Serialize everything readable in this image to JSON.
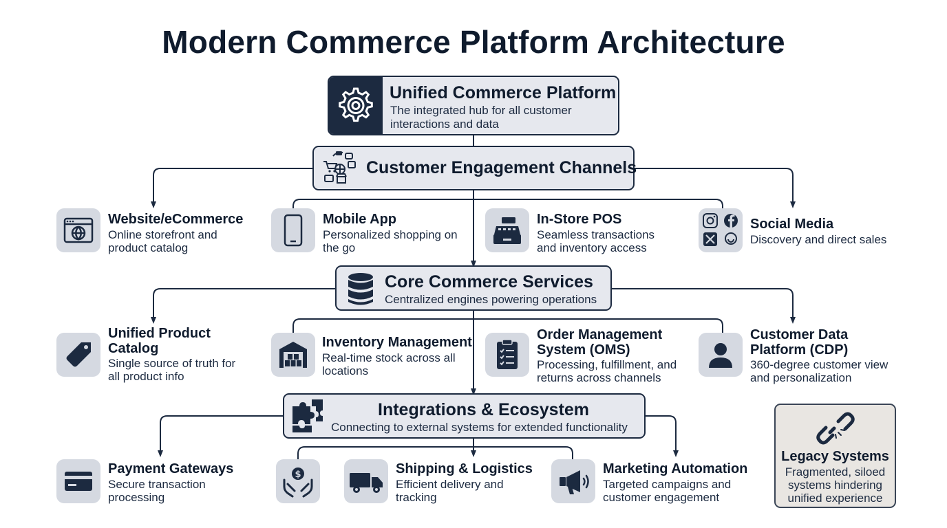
{
  "title": "Modern Commerce Platform Architecture",
  "colors": {
    "navy": "#1c2a40",
    "hub_fill": "#e6e8ee",
    "tile_fill": "#d5d9e1",
    "legacy_fill": "#e9e6e2"
  },
  "platform": {
    "title": "Unified Commerce Platform",
    "desc": [
      "The integrated hub for all customer",
      "interactions and data"
    ],
    "icon": "gear-icon"
  },
  "channels_hub": {
    "title": "Customer Engagement Channels",
    "icon": "omnichannel-icon"
  },
  "channels": [
    {
      "title": [
        "Website/eCommerce"
      ],
      "desc": [
        "Online storefront and",
        "product catalog"
      ],
      "icon": "browser-globe-icon"
    },
    {
      "title": [
        "Mobile App"
      ],
      "desc": [
        "Personalized shopping on",
        "the go"
      ],
      "icon": "smartphone-icon"
    },
    {
      "title": [
        "In-Store POS"
      ],
      "desc": [
        "Seamless transactions",
        "and inventory access"
      ],
      "icon": "cash-register-icon"
    },
    {
      "title": [
        "Social Media"
      ],
      "desc": [
        "Discovery and direct sales"
      ],
      "icon": "social-media-icon"
    }
  ],
  "core_hub": {
    "title": "Core Commerce Services",
    "desc": "Centralized engines powering operations",
    "icon": "database-icon"
  },
  "core": [
    {
      "title": [
        "Unified Product",
        "Catalog"
      ],
      "desc": [
        "Single source of truth for",
        "all product info"
      ],
      "icon": "tag-icon"
    },
    {
      "title": [
        "Inventory Management"
      ],
      "desc": [
        "Real-time stock across all",
        "locations"
      ],
      "icon": "warehouse-icon"
    },
    {
      "title": [
        "Order Management",
        "System (OMS)"
      ],
      "desc": [
        "Processing, fulfillment, and",
        "returns across channels"
      ],
      "icon": "clipboard-icon"
    },
    {
      "title": [
        "Customer Data",
        "Platform (CDP)"
      ],
      "desc": [
        "360-degree customer view",
        "and personalization"
      ],
      "icon": "user-icon"
    }
  ],
  "integrations_hub": {
    "title": "Integrations & Ecosystem",
    "desc": "Connecting to external systems for extended functionality",
    "icon": "puzzle-icon"
  },
  "integrations": [
    {
      "title": [
        "Payment Gateways"
      ],
      "desc": [
        "Secure transaction",
        "processing"
      ],
      "icon": "credit-card-icon"
    },
    {
      "title": [
        "Shipping & Logistics"
      ],
      "desc": [
        "Efficient delivery and",
        "tracking"
      ],
      "icon": "delivery-truck-icon"
    },
    {
      "title": [
        "Marketing Automation"
      ],
      "desc": [
        "Targeted campaigns and",
        "customer engagement"
      ],
      "icon": "megaphone-icon"
    }
  ],
  "finance_icon": "hand-dollar-icon",
  "legacy": {
    "title": "Legacy Systems",
    "desc": "Fragmented, siloed\nsystems hindering\nunified experience",
    "icon": "broken-link-icon"
  }
}
